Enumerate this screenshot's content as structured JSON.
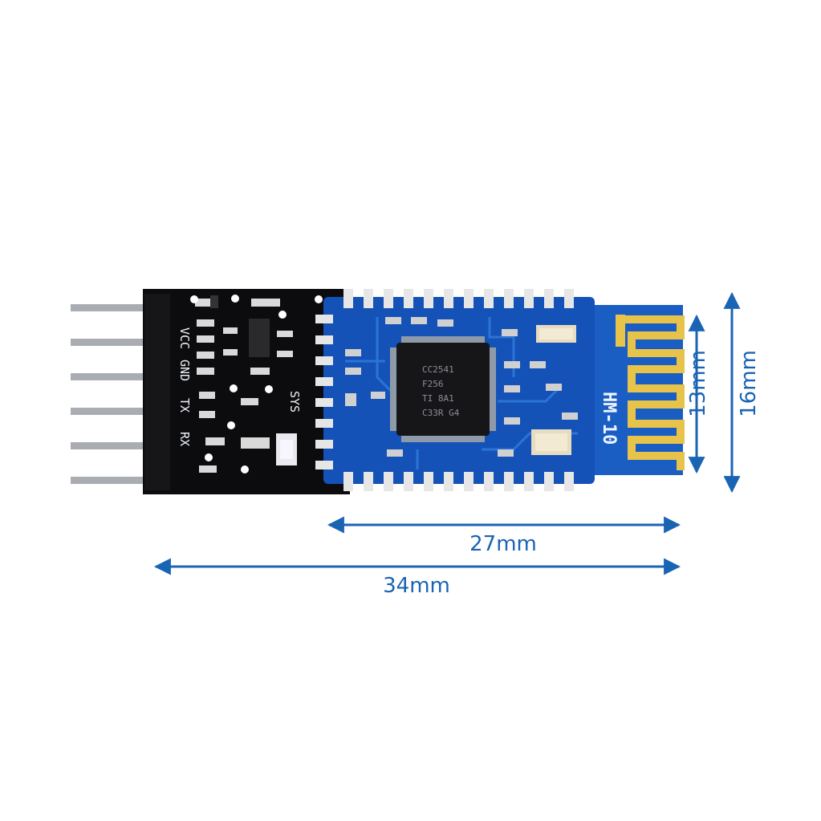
{
  "board": {
    "pin_labels": [
      "VCC",
      "GND",
      "TX",
      "RX"
    ],
    "sys_label": "SYS",
    "module_label": "HM-10",
    "chip_lines": [
      "CC2541",
      "F256",
      "TI 8A1",
      "C33R G4"
    ]
  },
  "dimensions": {
    "height_inner": "13mm",
    "height_outer": "16mm",
    "width_inner": "27mm",
    "width_outer": "34mm"
  },
  "colors": {
    "dimension": "#1a64b4",
    "pcb_black": "#0c0c0e",
    "pcb_blue": "#1552b8",
    "antenna_gold": "#e8c34a"
  }
}
